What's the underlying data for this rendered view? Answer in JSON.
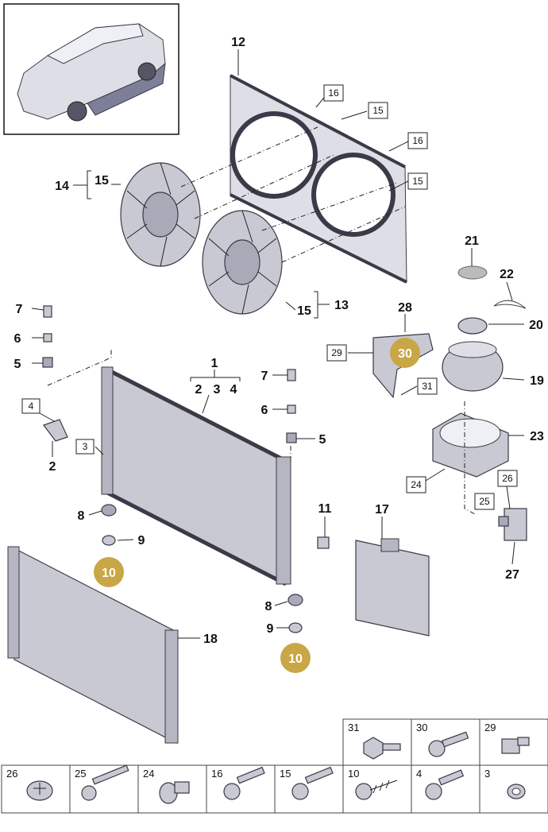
{
  "callouts": {
    "p1": "1",
    "p2": "2",
    "p3": "3",
    "p4": "4",
    "p5": "5",
    "p6": "6",
    "p7": "7",
    "p8": "8",
    "p9": "9",
    "p10": "10",
    "p11": "11",
    "p12": "12",
    "p13": "13",
    "p14": "14",
    "p15": "15",
    "p16": "16",
    "p17": "17",
    "p18": "18",
    "p19": "19",
    "p20": "20",
    "p21": "21",
    "p22": "22",
    "p23": "23",
    "p24": "24",
    "p25": "25",
    "p26": "26",
    "p27": "27",
    "p28": "28",
    "p29": "29",
    "p30": "30",
    "p31": "31"
  },
  "fastener_table": {
    "top_row": [
      "31",
      "30",
      "29"
    ],
    "bottom_row": [
      "26",
      "25",
      "24",
      "16",
      "15",
      "10",
      "4",
      "3"
    ]
  },
  "colors": {
    "part": "#c9c9d3",
    "outline": "#3a3a48",
    "callout_gold": "#c9a646"
  }
}
